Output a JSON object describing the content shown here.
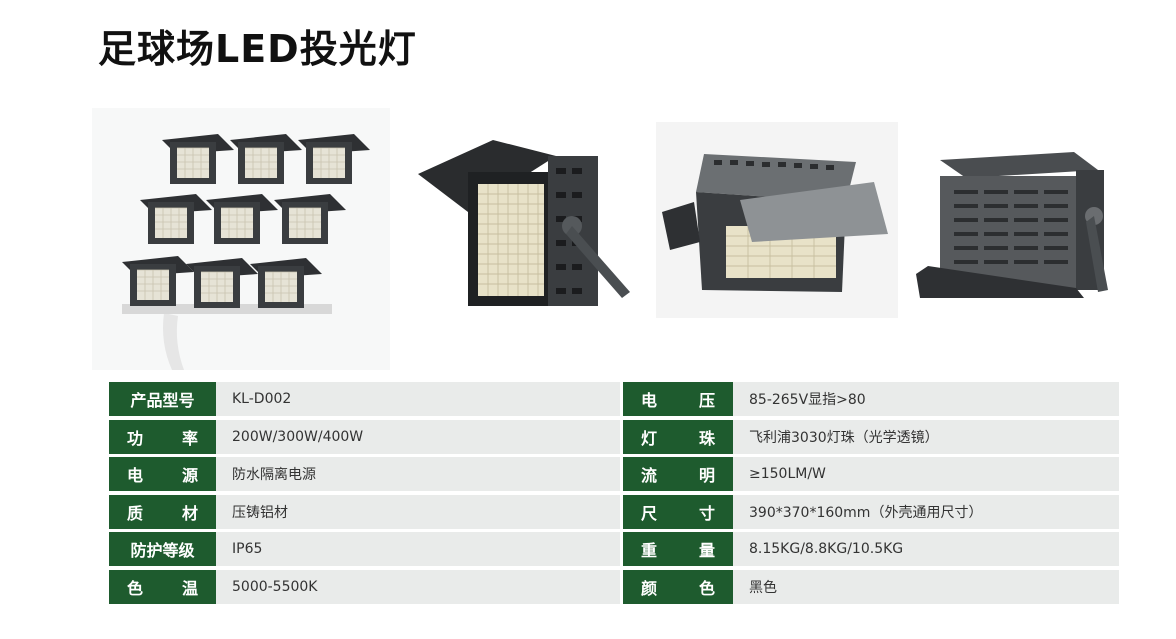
{
  "title": "足球场LED投光灯",
  "specs": {
    "rows": [
      {
        "l_label": "产品型号",
        "l_value": "KL-D002",
        "r_label_a": "电",
        "r_label_b": "压",
        "r_value": "85-265V显指>80"
      },
      {
        "l_label_a": "功",
        "l_label_b": "率",
        "l_value": "200W/300W/400W",
        "r_label_a": "灯",
        "r_label_b": "珠",
        "r_value": "飞利浦3030灯珠（光学透镜）"
      },
      {
        "l_label_a": "电",
        "l_label_b": "源",
        "l_value": "防水隔离电源",
        "r_label_a": "流",
        "r_label_b": "明",
        "r_value": "≥150LM/W"
      },
      {
        "l_label_a": "质",
        "l_label_b": "材",
        "l_value": "压铸铝材",
        "r_label_a": "尺",
        "r_label_b": "寸",
        "r_value": "390*370*160mm（外壳通用尺寸）"
      },
      {
        "l_label": "防护等级",
        "l_value": "IP65",
        "r_label_a": "重",
        "r_label_b": "量",
        "r_value": "8.15KG/8.8KG/10.5KG"
      },
      {
        "l_label_a": "色",
        "l_label_b": "温",
        "l_value": "5000-5500K",
        "r_label_a": "颜",
        "r_label_b": "色",
        "r_value": "黑色"
      }
    ]
  },
  "colors": {
    "label_bg": "#1e5b2e",
    "value_bg": "#e9ebea",
    "housing": "#3a3d40",
    "led": "#e8e2c8"
  }
}
